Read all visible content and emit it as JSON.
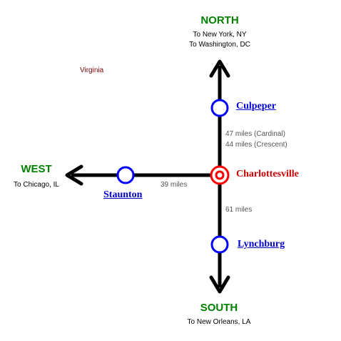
{
  "region_label": "Virginia",
  "colors": {
    "direction": "#008000",
    "station": "#0000cc",
    "hub": "#cc0000",
    "region": "#800000",
    "line": "#000000",
    "distance": "#555555"
  },
  "directions": {
    "north": {
      "label": "NORTH",
      "destinations": [
        "To New York, NY",
        "To Washington, DC"
      ]
    },
    "south": {
      "label": "SOUTH",
      "destinations": [
        "To New Orleans, LA"
      ]
    },
    "west": {
      "label": "WEST",
      "destinations": [
        "To Chicago, IL"
      ]
    }
  },
  "hub": {
    "name": "Charlottesville",
    "icon": "double-circle-hub-icon"
  },
  "stations": {
    "culpeper": {
      "name": "Culpeper",
      "icon": "station-circle-icon"
    },
    "staunton": {
      "name": "Staunton",
      "icon": "station-circle-icon"
    },
    "lynchburg": {
      "name": "Lynchburg",
      "icon": "station-circle-icon"
    }
  },
  "distances": {
    "north_cardinal": "47 miles (Cardinal)",
    "north_crescent": "44 miles (Crescent)",
    "west": "39 miles",
    "south": "61 miles"
  }
}
